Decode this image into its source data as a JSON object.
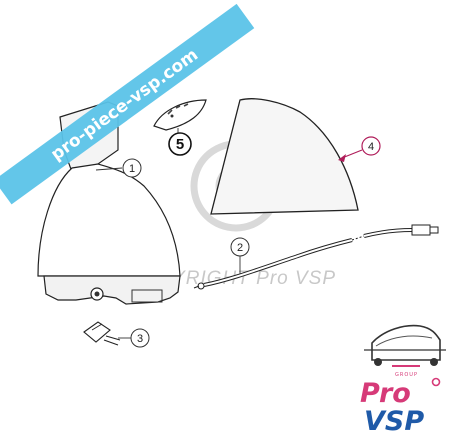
{
  "watermark": {
    "banner_text": "pro-piece-vsp.com",
    "copyright_symbol": "©",
    "copyright_text": "COPYRIGHT Pro VSP",
    "banner_color": "#5bc3e8",
    "watermark_color": "#cfcfcf"
  },
  "callouts": {
    "c1": "1",
    "c2": "2",
    "c3": "3",
    "c4": "4",
    "c5": "5"
  },
  "logo": {
    "group_text": "GROUP",
    "line1": "Pro",
    "line2": "VSP",
    "pink": "#d63a78",
    "blue": "#1f5aa8"
  }
}
